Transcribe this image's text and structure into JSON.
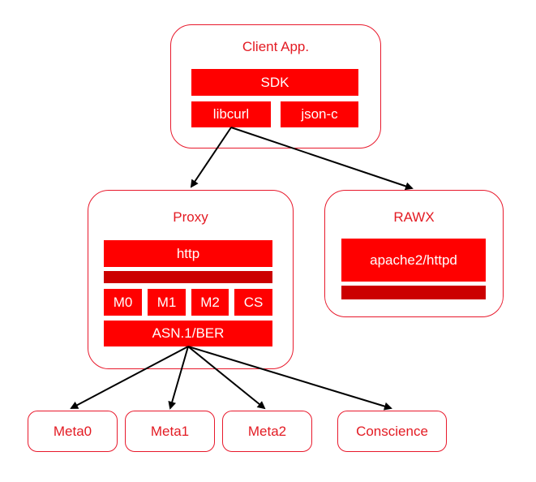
{
  "client": {
    "title": "Client App.",
    "sdk": "SDK",
    "libcurl": "libcurl",
    "jsonc": "json-c"
  },
  "proxy": {
    "title": "Proxy",
    "http": "http",
    "m0": "M0",
    "m1": "M1",
    "m2": "M2",
    "cs": "CS",
    "asn": "ASN.1/BER"
  },
  "rawx": {
    "title": "RAWX",
    "apache": "apache2/httpd"
  },
  "leaves": {
    "meta0": "Meta0",
    "meta1": "Meta1",
    "meta2": "Meta2",
    "conscience": "Conscience"
  },
  "colors": {
    "accent": "#ff0000",
    "accent_dark": "#cc0000",
    "stroke": "#000000"
  }
}
